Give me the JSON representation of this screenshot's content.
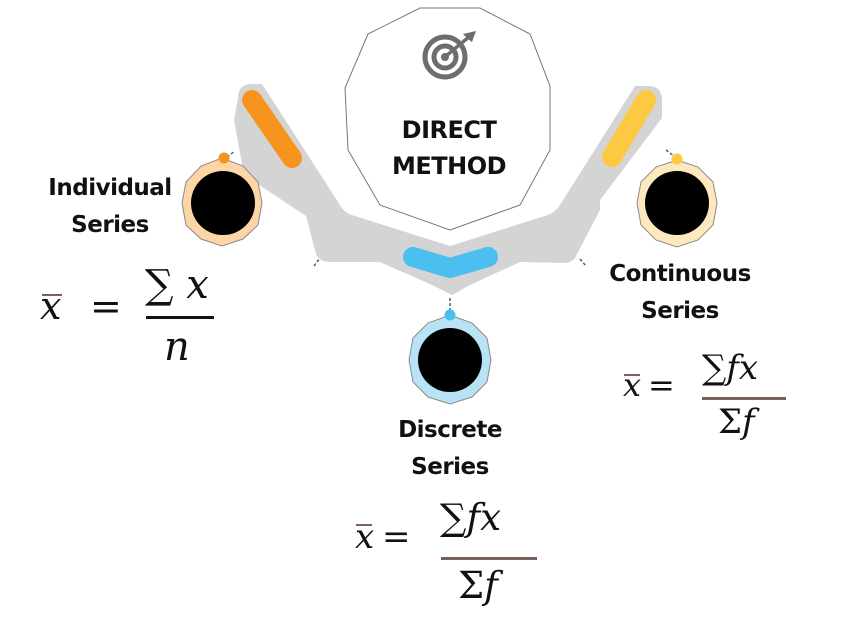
{
  "diagram": {
    "title": {
      "line1": "DIRECT",
      "line2": "METHOD",
      "icon": "target-icon"
    },
    "nodes": [
      {
        "id": "individual",
        "label_line1": "Individual",
        "label_line2": "Series",
        "accent": "#f7941d",
        "ring": "#fdd5a6",
        "formula": {
          "lhs": "x̄",
          "eq": "=",
          "numerator_sigma": "∑",
          "numerator": "x",
          "denominator": "n"
        }
      },
      {
        "id": "discrete",
        "label_line1": "Discrete",
        "label_line2": "Series",
        "accent": "#4bbfef",
        "ring": "#b8e3f7",
        "formula": {
          "lhs": "x̄",
          "eq": "=",
          "numerator_sigma": "∑",
          "numerator": "fx",
          "denominator_sigma": "Σ",
          "denominator": "f"
        }
      },
      {
        "id": "continuous",
        "label_line1": "Continuous",
        "label_line2": "Series",
        "accent": "#fcc942",
        "ring": "#fde9bd",
        "formula": {
          "lhs": "x̄",
          "eq": "=",
          "numerator_sigma": "∑",
          "numerator": "fx",
          "denominator_sigma": "Σ",
          "denominator": "f"
        }
      }
    ],
    "colors": {
      "arm_gray": "#d4d4d4",
      "icon_gray": "#6d6d6d",
      "connector_blue": "#3d5f8c",
      "fraction_line_brown": "#7a625c"
    }
  }
}
